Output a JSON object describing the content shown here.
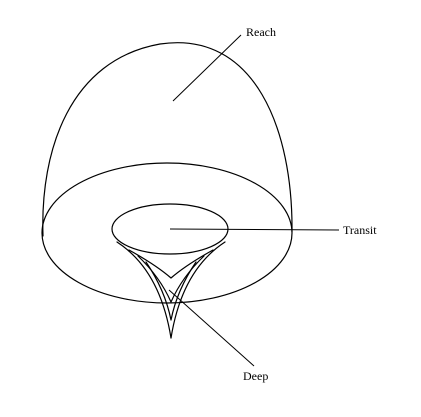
{
  "diagram": {
    "labels": {
      "reach": "Reach",
      "transit": "Transit",
      "deep": "Deep"
    },
    "colors": {
      "background": "#ffffff",
      "stroke": "#000000"
    }
  }
}
